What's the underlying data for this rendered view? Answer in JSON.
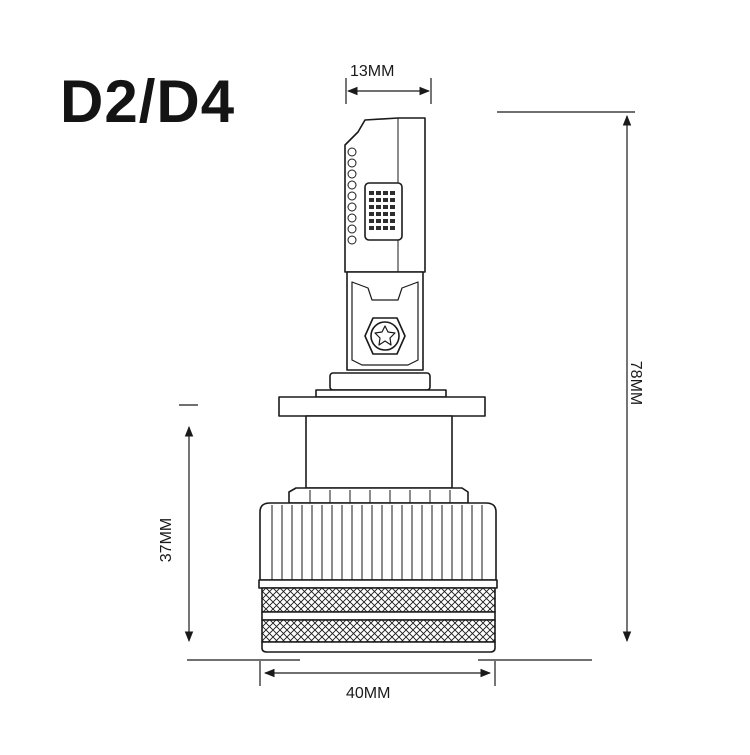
{
  "title": "D2/D4",
  "dimensions": {
    "top_width": "13MM",
    "total_height": "78MM",
    "base_height": "37MM",
    "base_width": "40MM"
  },
  "colors": {
    "stroke": "#1a1a1a",
    "fill_dark": "#2e2e2e",
    "background": "#ffffff"
  }
}
